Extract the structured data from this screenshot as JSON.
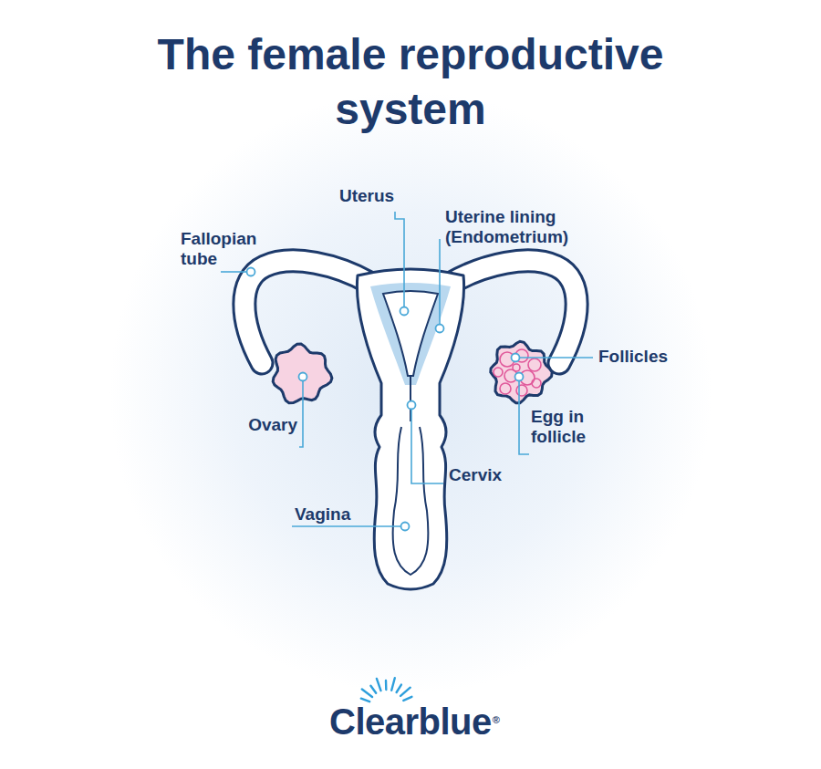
{
  "diagram": {
    "title": "The female reproductive system",
    "labels": [
      "Uterus",
      "Uterine lining (Endometrium)",
      "Fallopian tube",
      "Follicles",
      "Ovary",
      "Egg in follicle",
      "Cervix",
      "Vagina",
      "Clearblue",
      "®"
    ]
  }
}
